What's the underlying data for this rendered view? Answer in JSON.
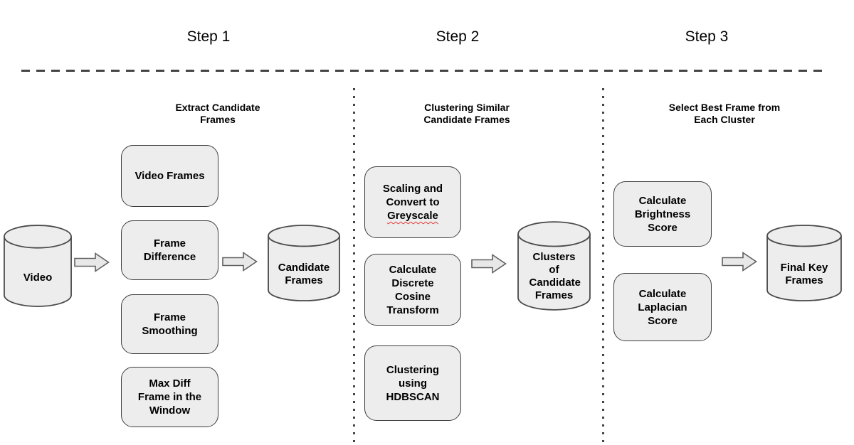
{
  "diagram": {
    "kind": "flowchart",
    "steps": {
      "step1": {
        "label": "Step 1",
        "title": "Extract Candidate Frames",
        "input_store": "Video",
        "boxes": [
          "Video Frames",
          "Frame Difference",
          "Frame Smoothing",
          "Max Diff Frame in the Window"
        ],
        "output_store": "Candidate Frames"
      },
      "step2": {
        "label": "Step 2",
        "title": "Clustering Similar Candidate Frames",
        "box_scaling_text": "Scaling and Convert to",
        "box_scaling_underlined_word": "Greyscale",
        "box_dct": "Calculate Discrete Cosine Transform",
        "box_hdbscan": "Clustering using HDBSCAN",
        "output_store": "Clusters of Candidate Frames"
      },
      "step3": {
        "label": "Step 3",
        "title": "Select Best Frame from Each Cluster",
        "boxes": [
          "Calculate Brightness Score",
          "Calculate Laplacian Score"
        ],
        "output_store": "Final Key Frames"
      }
    },
    "colors": {
      "node_fill": "#ededed",
      "node_border": "#3d3d3d",
      "arrow_fill": "#e8e8e8",
      "arrow_border": "#616161",
      "divider": "#444444",
      "spellcheck_underline": "#e53935",
      "background": "#ffffff",
      "text": "#000000"
    }
  }
}
